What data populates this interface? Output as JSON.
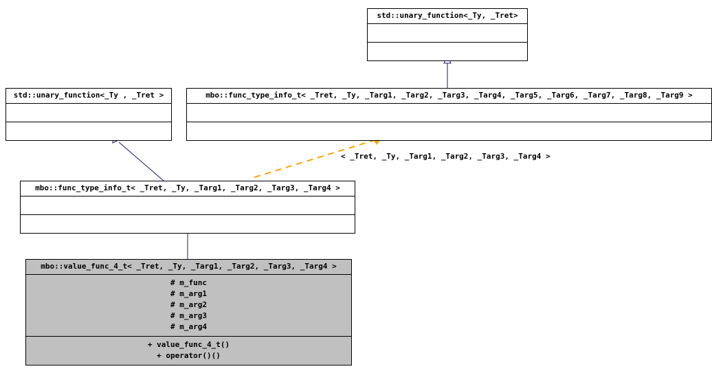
{
  "diagram": {
    "type": "uml-class-inheritance",
    "background_color": "#ffffff",
    "border_color": "#000000",
    "generalization_color": "#191970",
    "instantiation_color": "#ffa500",
    "highlight_fill": "#c0c0c0"
  },
  "nodes": {
    "std_unary_top": {
      "title": "std::unary_function<_Ty, _Tret>",
      "attributes": [],
      "operations": [],
      "highlighted": false
    },
    "std_unary_left": {
      "title": "std::unary_function<_Ty , _Tret >",
      "attributes": [],
      "operations": [],
      "highlighted": false
    },
    "func_type_info_9": {
      "title": "mbo::func_type_info_t< _Tret, _Ty, _Targ1, _Targ2, _Targ3, _Targ4, _Targ5, _Targ6, _Targ7, _Targ8, _Targ9 >",
      "attributes": [],
      "operations": [],
      "highlighted": false
    },
    "func_type_info_4": {
      "title": "mbo::func_type_info_t< _Tret, _Ty, _Targ1, _Targ2, _Targ3, _Targ4 >",
      "attributes": [],
      "operations": [],
      "highlighted": false
    },
    "value_func_4": {
      "title": "mbo::value_func_4_t< _Tret, _Ty, _Targ1, _Targ2, _Targ3, _Targ4 >",
      "attributes": [
        "# m_func",
        "# m_arg1",
        "# m_arg2",
        "# m_arg3",
        "# m_arg4"
      ],
      "operations": [
        "+ value_func_4_t()",
        "+ operator()()"
      ],
      "highlighted": true
    }
  },
  "edges": {
    "generalization_9_to_top": {
      "kind": "generalization",
      "from": "func_type_info_9",
      "to": "std_unary_top",
      "label": ""
    },
    "generalization_4_to_left": {
      "kind": "generalization",
      "from": "func_type_info_4",
      "to": "std_unary_left",
      "label": ""
    },
    "generalization_value_to_4": {
      "kind": "generalization",
      "from": "value_func_4",
      "to": "func_type_info_4",
      "label": ""
    },
    "instantiation_4_to_9": {
      "kind": "template-instantiation",
      "from": "func_type_info_4",
      "to": "func_type_info_9",
      "label": "< _Tret, _Ty, _Targ1, _Targ2, _Targ3, _Targ4 >"
    }
  }
}
